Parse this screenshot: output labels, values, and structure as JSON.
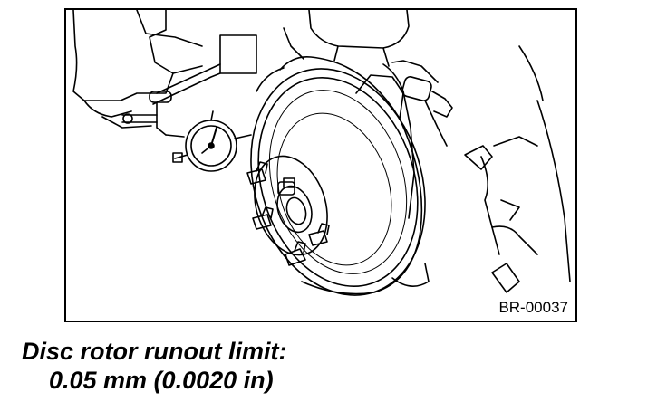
{
  "figure": {
    "id_label": "BR-00037"
  },
  "caption": {
    "line1": "Disc rotor runout limit:",
    "line2": "0.05 mm (0.0020 in)"
  }
}
